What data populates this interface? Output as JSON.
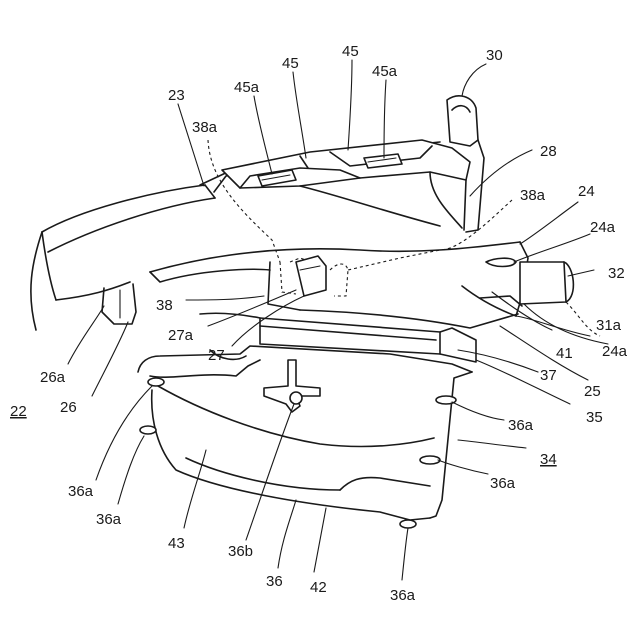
{
  "figure": {
    "labels": {
      "l30": "30",
      "l45a_left": "45a",
      "l45_left": "45",
      "l45_right": "45",
      "l45a_right": "45a",
      "l23": "23",
      "l38a_left": "38a",
      "l28": "28",
      "l38a_right": "38a",
      "l24": "24",
      "l24a_top": "24a",
      "l32": "32",
      "l38": "38",
      "l27a": "27a",
      "l27": "27",
      "l31a": "31a",
      "l24a_bottom": "24a",
      "l41": "41",
      "l26a": "26a",
      "l22": "22",
      "l26": "26",
      "l25": "25",
      "l37": "37",
      "l35": "35",
      "l36a_right_upper": "36a",
      "l34": "34",
      "l36a_left_upper": "36a",
      "l36a_right_lower": "36a",
      "l36a_left_lower": "36a",
      "l43": "43",
      "l36b": "36b",
      "l36": "36",
      "l42": "42",
      "l36a_bottom": "36a"
    }
  }
}
